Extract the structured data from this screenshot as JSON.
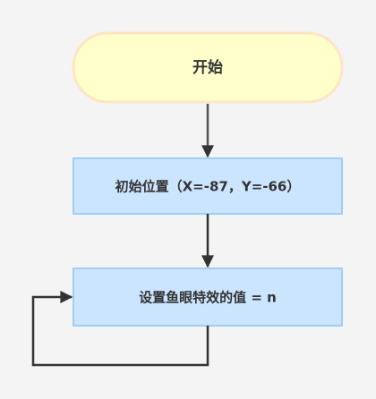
{
  "nodes": {
    "start": {
      "label": "开始"
    },
    "init_position": {
      "label": "初始位置（X=-87，Y=-66）"
    },
    "set_fisheye": {
      "label": "设置鱼眼特效的值 = n"
    }
  },
  "colors": {
    "background": "#f4f4f4",
    "start_fill": "#ffffcc",
    "start_stroke": "#ffe4c4",
    "process_fill": "#cce5ff",
    "process_stroke": "#a0cdf5",
    "arrow": "#555555",
    "loop_line": "#333333",
    "text": "#333333"
  }
}
